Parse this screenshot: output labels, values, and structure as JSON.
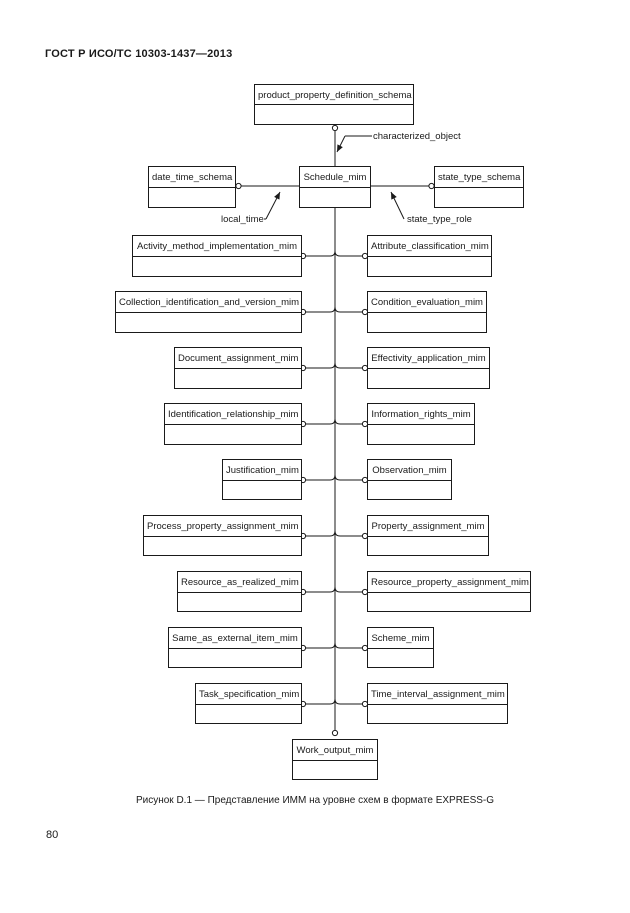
{
  "header": {
    "title": "ГОСТ Р ИСО/ТС 10303-1437—2013"
  },
  "diagram": {
    "entities": {
      "top": "product_property_definition_schema",
      "center": "Schedule_mim",
      "date_time": "date_time_schema",
      "state_type": "state_type_schema",
      "left": [
        "Activity_method_implementation_mim",
        "Collection_identification_and_version_mim",
        "Document_assignment_mim",
        "Identification_relationship_mim",
        "Justification_mim",
        "Process_property_assignment_mim",
        "Resource_as_realized_mim",
        "Same_as_external_item_mim",
        "Task_specification_mim"
      ],
      "right": [
        "Attribute_classification_mim",
        "Condition_evaluation_mim",
        "Effectivity_application_mim",
        "Information_rights_mim",
        "Observation_mim",
        "Property_assignment_mim",
        "Resource_property_assignment_mim",
        "Scheme_mim",
        "Time_interval_assignment_mim"
      ],
      "bottom": "Work_output_mim"
    },
    "edge_labels": {
      "characterized_object": "characterized_object",
      "local_time": "local_time",
      "state_type_role": "state_type_role"
    }
  },
  "caption": "Рисунок D.1 — Представление ИММ на уровне схем в формате EXPRESS-G",
  "page_number": "80"
}
